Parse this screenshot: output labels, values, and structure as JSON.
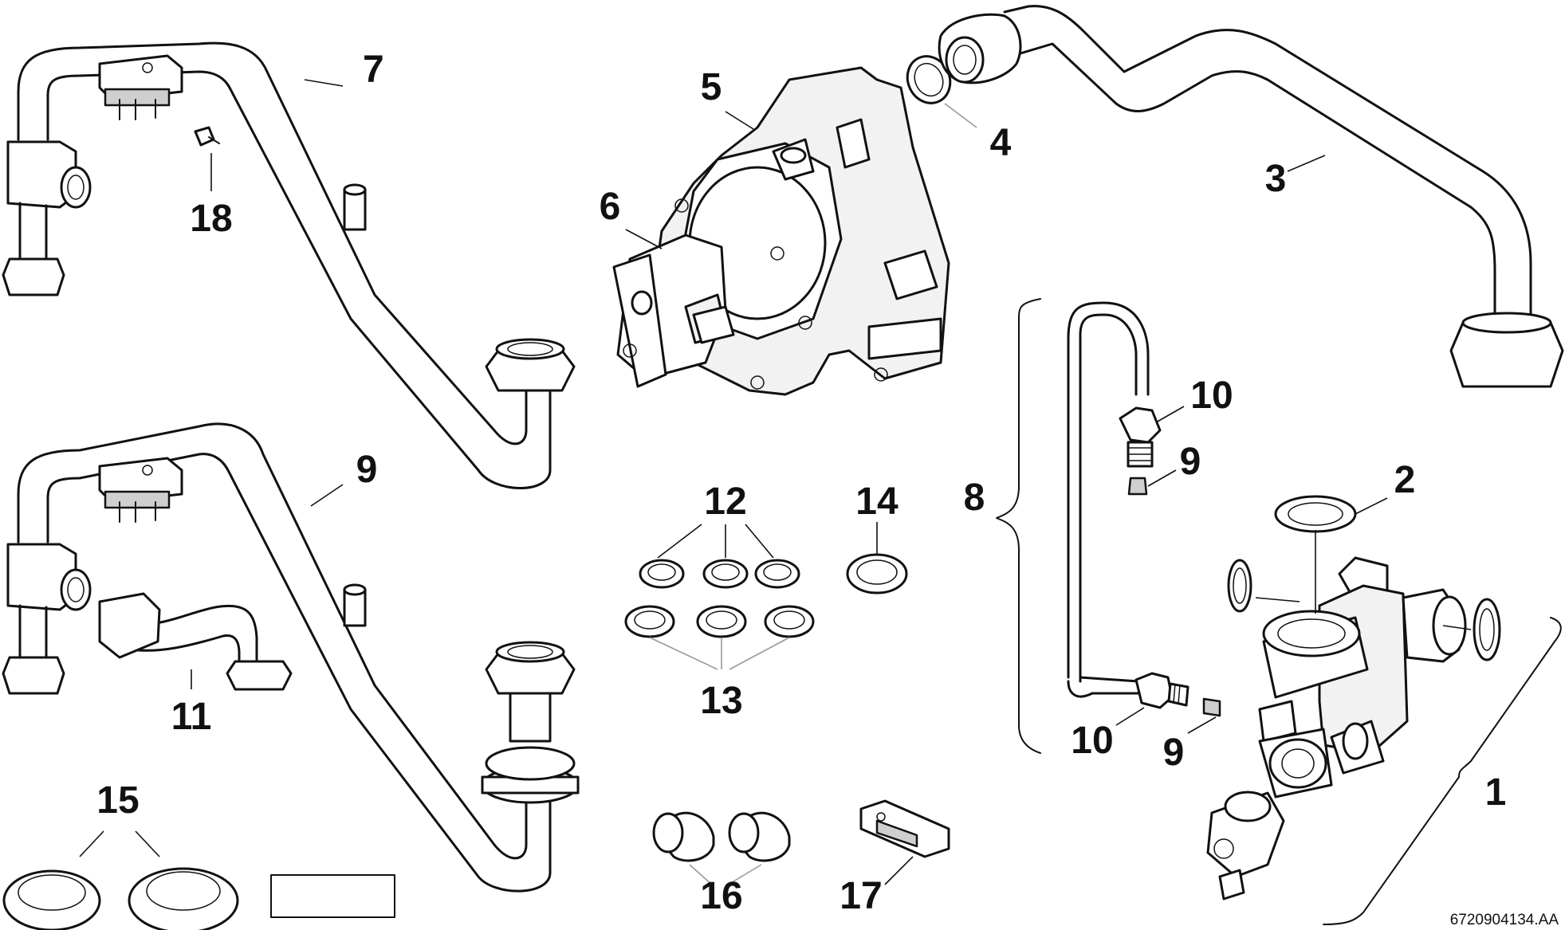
{
  "callouts": {
    "c1": "1",
    "c2": "2",
    "c3": "3",
    "c4": "4",
    "c5": "5",
    "c6": "6",
    "c7": "7",
    "c8": "8",
    "c9_top": "9",
    "c9_mid": "9",
    "c9_low": "9",
    "c10_top": "10",
    "c10_low": "10",
    "c11": "11",
    "c12": "12",
    "c13": "13",
    "c14": "14",
    "c15": "15",
    "c16": "16",
    "c17": "17",
    "c18": "18"
  },
  "drawing_reference": "6720904134.AA"
}
